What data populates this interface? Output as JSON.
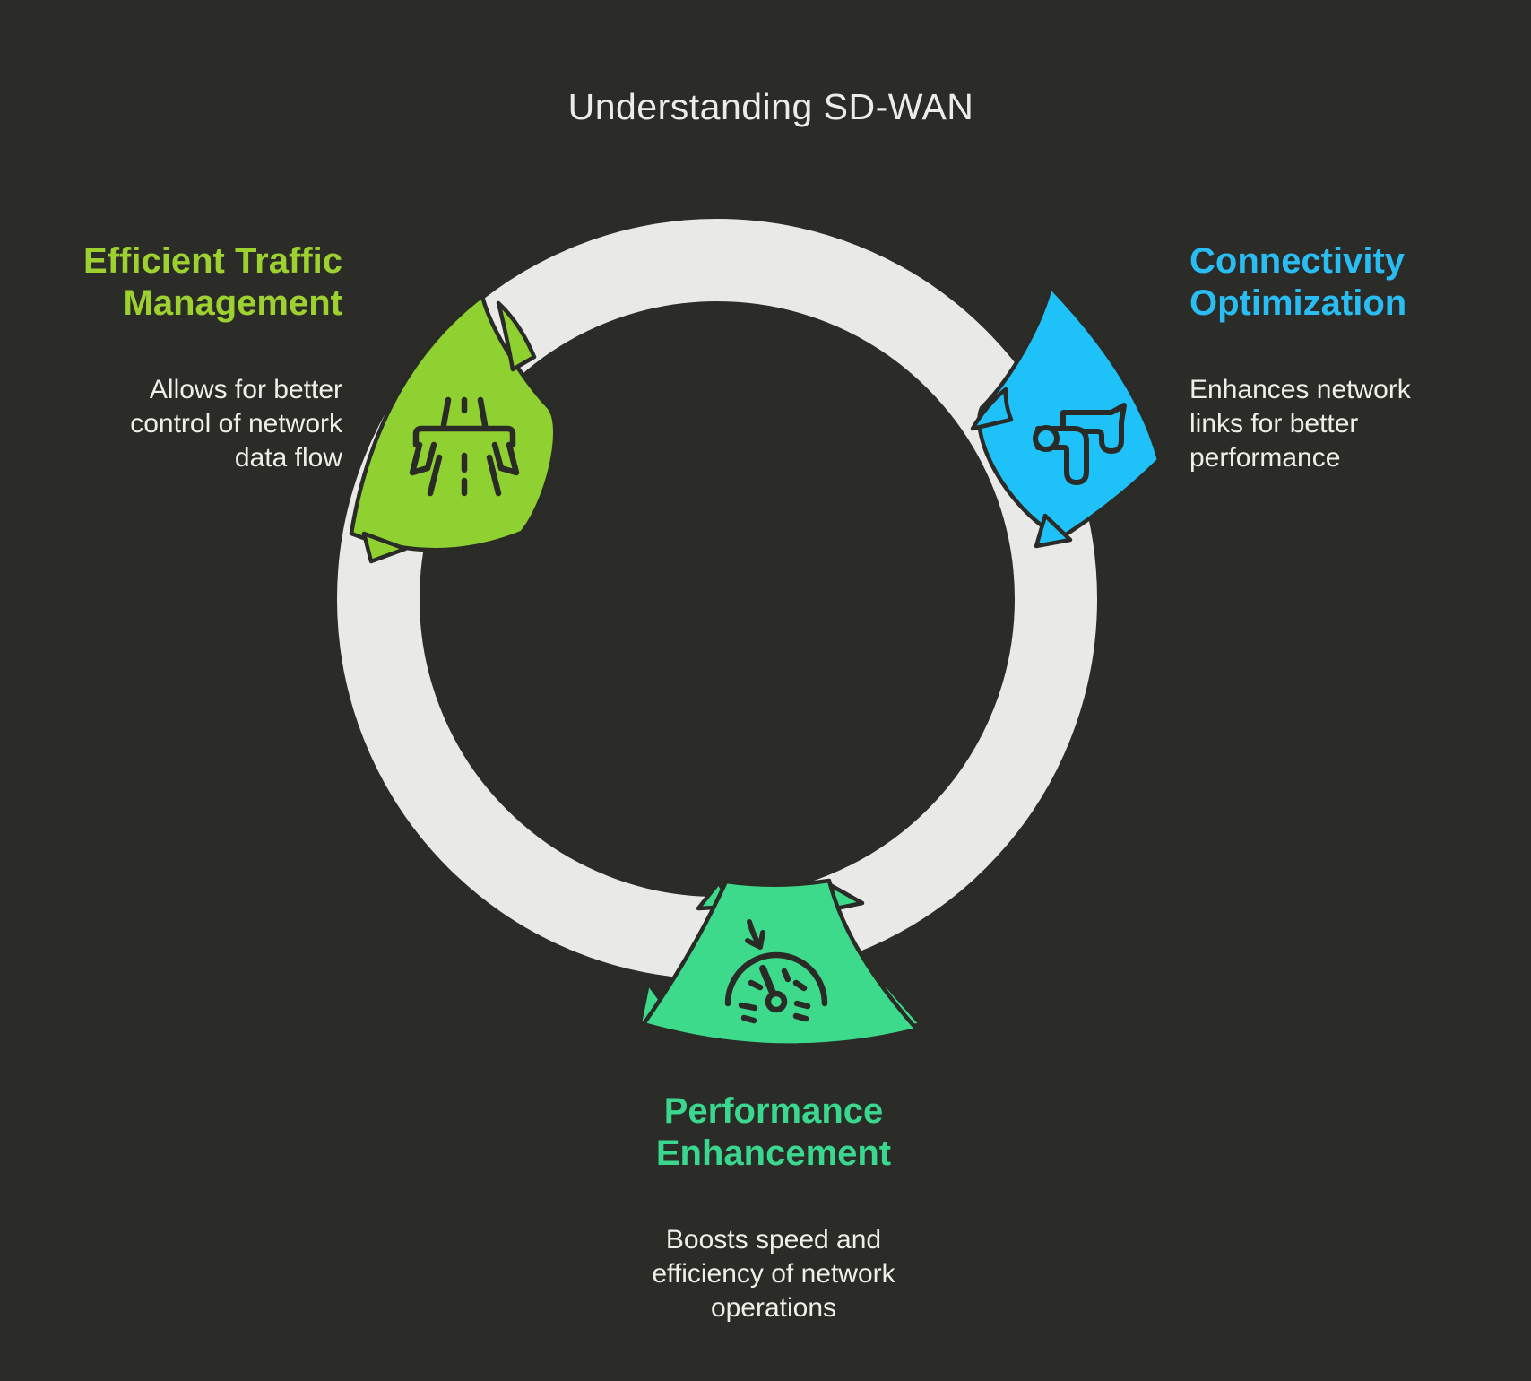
{
  "title": "Understanding SD-WAN",
  "colors": {
    "background": "#2b2b28",
    "ring": "#e9e9e7",
    "outline": "#2a2a27",
    "title_text": "#ececea",
    "desc_text": "#eef0e8",
    "traffic_green": "#8fd130",
    "connectivity_blue": "#1fc1f9",
    "performance_teal": "#3eda8c",
    "traffic_heading": "#9cd12f",
    "connectivity_heading": "#2abdf4",
    "performance_heading": "#3ad78f"
  },
  "sections": [
    {
      "id": "efficient-traffic-management",
      "heading": "Efficient Traffic\nManagement",
      "description": "Allows for better\ncontrol of network\ndata flow",
      "icon": "highway-icon"
    },
    {
      "id": "connectivity-optimization",
      "heading": "Connectivity\nOptimization",
      "description": "Enhances network\nlinks for better\nperformance",
      "icon": "network-links-icon"
    },
    {
      "id": "performance-enhancement",
      "heading": "Performance\nEnhancement",
      "description": "Boosts speed and\nefficiency of network\noperations",
      "icon": "speedometer-icon"
    }
  ]
}
